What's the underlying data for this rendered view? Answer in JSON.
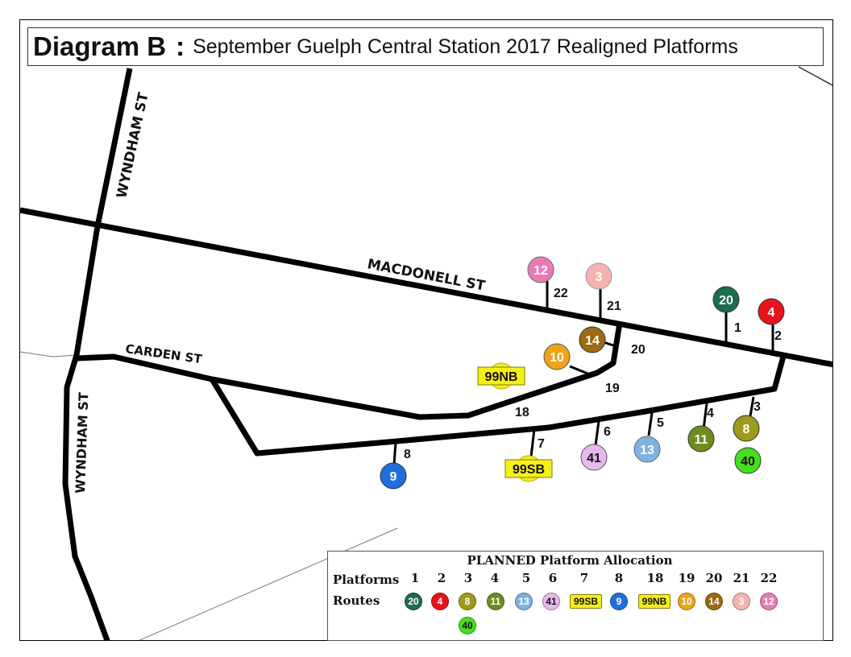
{
  "title": {
    "main": "Diagram B",
    "separator": ":",
    "subtitle": "September Guelph Central Station 2017 Realigned Platforms"
  },
  "streets": {
    "wyndham_top": "WYNDHAM ST",
    "wyndham_bottom": "WYNDHAM ST",
    "macdonell": "MACDONELL ST",
    "carden": "CARDEN ST"
  },
  "platforms": [
    {
      "number": "1",
      "route": "20",
      "color": "#1e6b4e"
    },
    {
      "number": "2",
      "route": "4",
      "color": "#e8141b"
    },
    {
      "number": "3",
      "route": "8",
      "color": "#9c9a1a"
    },
    {
      "number": "4",
      "route": "11",
      "color": "#6d8d1f"
    },
    {
      "number": "5",
      "route": "13",
      "color": "#7fb2e2"
    },
    {
      "number": "6",
      "route": "41",
      "color": "#e7b8ec"
    },
    {
      "number": "7",
      "route": "99SB",
      "color": "#f5ef1a"
    },
    {
      "number": "8",
      "route": "9",
      "color": "#1d6fe0"
    },
    {
      "number": "18",
      "route": "99NB",
      "color": "#f5ef1a"
    },
    {
      "number": "19",
      "route": "10",
      "color": "#efa318"
    },
    {
      "number": "20",
      "route": "14",
      "color": "#9b6a12"
    },
    {
      "number": "21",
      "route": "3",
      "color": "#f5b3b0"
    },
    {
      "number": "22",
      "route": "12",
      "color": "#e87bb4"
    }
  ],
  "extra_route": {
    "platform": "3",
    "route": "40",
    "color": "#44e01d"
  },
  "legend": {
    "title": "PLANNED Platform Allocation",
    "platforms_label": "Platforms",
    "routes_label": "Routes"
  }
}
